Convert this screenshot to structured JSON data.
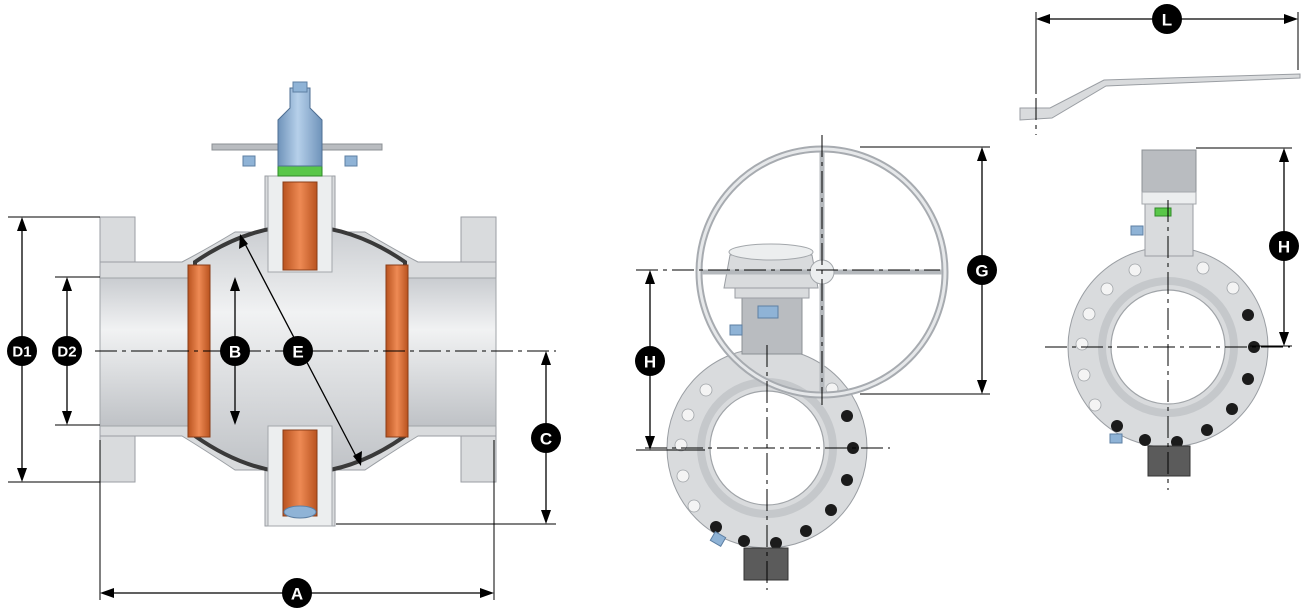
{
  "labels": {
    "A": "A",
    "B": "B",
    "C": "C",
    "D1": "D1",
    "D2": "D2",
    "E": "E",
    "G": "G",
    "H_gear": "H",
    "H_lever": "H",
    "L": "L"
  },
  "colors": {
    "body": "#d9dbdd",
    "seat": "#d9703d",
    "stem": "#8fb3d6",
    "packing": "#59c749",
    "badge": "#000000"
  }
}
